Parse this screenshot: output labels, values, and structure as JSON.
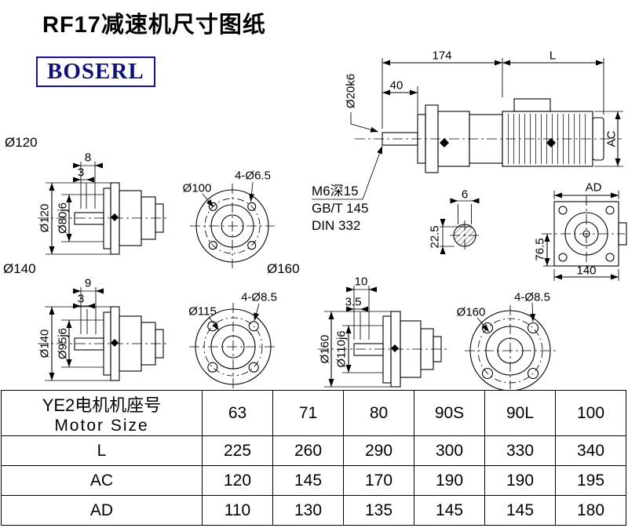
{
  "page": {
    "title": "RF17减速机尺寸图纸",
    "brand": "BOSERL"
  },
  "labels": {
    "group120": "Ø120",
    "group140": "Ø140",
    "group160": "Ø160"
  },
  "main_view": {
    "dim_174": "174",
    "dim_L": "L",
    "dim_40": "40",
    "dim_shaft": "Ø20k6",
    "dim_AC": "AC",
    "note_tap": "M6深15",
    "note_gb": "GB/T 145",
    "note_din": "DIN 332",
    "dim_key_width": "6",
    "dim_key_depth": "22.5",
    "dim_AD": "AD",
    "dim_76_5": "76.5",
    "dim_140": "140"
  },
  "view120": {
    "dim_8": "8",
    "dim_3": "3",
    "dim_d120": "Ø120",
    "dim_d80": "Ø80j6",
    "dim_bolt_circle": "Ø100",
    "dim_holes": "4-Ø6.5"
  },
  "view140": {
    "dim_9": "9",
    "dim_3": "3",
    "dim_d140": "Ø140",
    "dim_d95": "Ø95j6",
    "dim_bolt_circle": "Ø115",
    "dim_holes": "4-Ø8.5"
  },
  "view160": {
    "dim_10": "10",
    "dim_3_5": "3.5",
    "dim_d160": "Ø160",
    "dim_d110": "Ø110j6",
    "dim_bolt_circle": "Ø160",
    "dim_holes": "4-Ø8.5"
  },
  "table": {
    "header_cn": "YE2电机机座号",
    "header_en": "Motor Size",
    "sizes": [
      "63",
      "71",
      "80",
      "90S",
      "90L",
      "100"
    ],
    "rows": [
      {
        "label": "L",
        "values": [
          "225",
          "260",
          "290",
          "300",
          "330",
          "340"
        ]
      },
      {
        "label": "AC",
        "values": [
          "120",
          "145",
          "170",
          "190",
          "190",
          "195"
        ]
      },
      {
        "label": "AD",
        "values": [
          "110",
          "130",
          "135",
          "145",
          "145",
          "180"
        ]
      }
    ]
  }
}
